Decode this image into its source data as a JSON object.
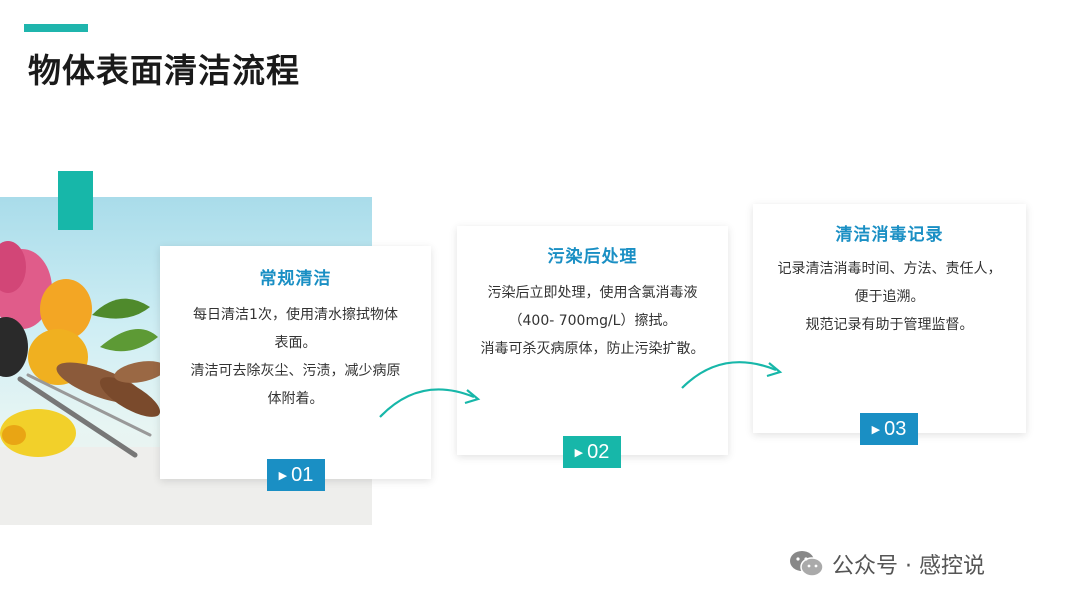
{
  "title": "物体表面清洁流程",
  "steps": [
    {
      "heading": "常规清洁",
      "lines": [
        "每日清洁1次，使用清水擦拭物体",
        "表面。",
        "清洁可去除灰尘、污渍，减少病原",
        "体附着。"
      ],
      "number": "01"
    },
    {
      "heading": "污染后处理",
      "lines": [
        "污染后立即处理，使用含氯消毒液",
        "（400- 700mg/L）擦拭。",
        "消毒可杀灭病原体，防止污染扩散。"
      ],
      "number": "02"
    },
    {
      "heading": "清洁消毒记录",
      "lines": [
        "记录清洁消毒时间、方法、责任人，",
        "便于追溯。",
        "规范记录有助于管理监督。"
      ],
      "number": "03"
    }
  ],
  "watermark": "公众号 · 感控说",
  "colors": {
    "accent_teal": "#17b7a9",
    "accent_blue": "#1a8fc4",
    "title": "#1a1a1a"
  },
  "icons": {
    "badge_arrow": "play-triangle-icon",
    "connector": "curved-arrow-icon",
    "watermark": "wechat-icon"
  }
}
